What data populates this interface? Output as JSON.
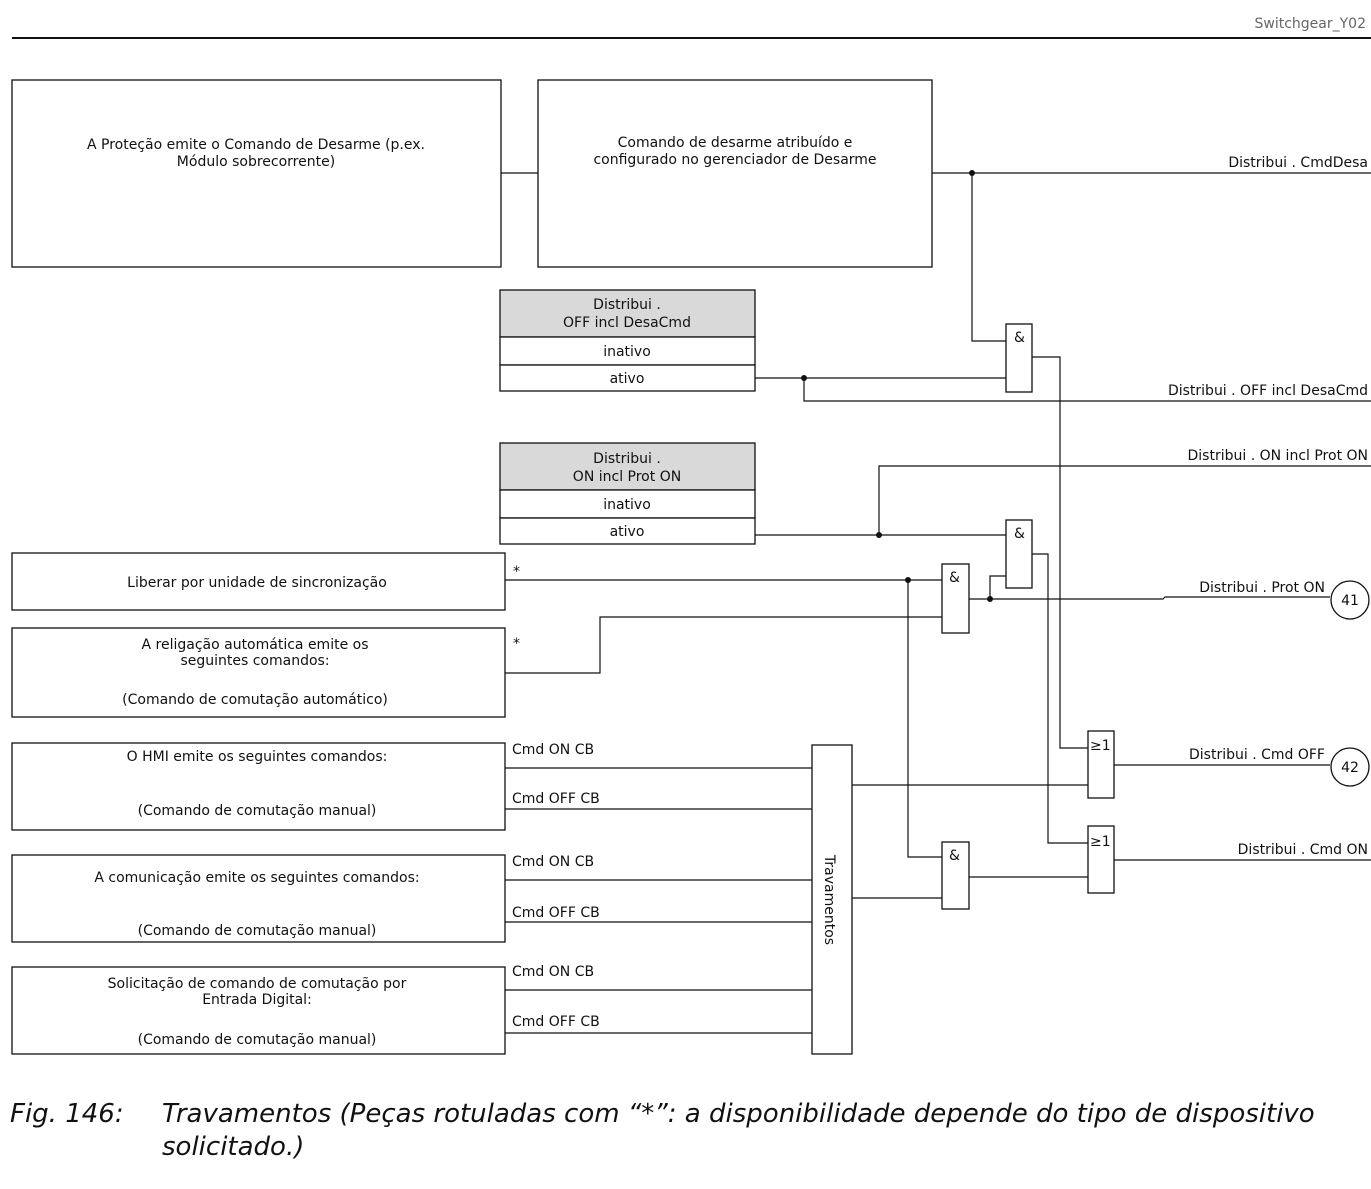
{
  "header_tag": "Switchgear_Y02",
  "blocks": {
    "protection": {
      "line1": "A Proteção emite o Comando de Desarme (p.ex.",
      "line2": "Módulo sobrecorrente)"
    },
    "trip_manager": {
      "line1": "Comando de desarme atribuído e",
      "line2": "configurado no gerenciador de Desarme"
    },
    "sync_release": {
      "text": "Liberar por unidade de sincronização",
      "mark": "*"
    },
    "autoreclose": {
      "line1": "A religação automática emite os",
      "line2": "seguintes comandos:",
      "line3": "(Comando de comutação automático)",
      "mark": "*"
    },
    "hmi": {
      "line1": "O HMI emite os seguintes comandos:",
      "line2": "(Comando de comutação manual)"
    },
    "communication": {
      "line1": "A comunicação emite os seguintes comandos:",
      "line2": "(Comando de comutação manual)"
    },
    "digital_input": {
      "line1": "Solicitação de comando de comutação por",
      "line2": "Entrada Digital:",
      "line3": "(Comando de comutação manual)"
    }
  },
  "settings": {
    "off_incl_trip": {
      "title1": "Distribui .",
      "title2": "OFF incl DesaCmd",
      "opt_inactive": "inativo",
      "opt_active": "ativo"
    },
    "on_incl_prot": {
      "title1": "Distribui .",
      "title2": "ON incl Prot ON",
      "opt_inactive": "inativo",
      "opt_active": "ativo"
    }
  },
  "commands": {
    "cmd_on_cb": "Cmd ON CB",
    "cmd_off_cb": "Cmd OFF CB"
  },
  "interlocks_label": "Travamentos",
  "gates": {
    "and": "&",
    "or": "≥1"
  },
  "outputs": {
    "trip_cmd": "Distribui . CmdDesa",
    "off_incl_trip": "Distribui . OFF incl DesaCmd",
    "on_incl_prot": "Distribui . ON incl Prot ON",
    "prot_on": "Distribui . Prot ON",
    "cmd_off": "Distribui . Cmd OFF",
    "cmd_on": "Distribui . Cmd ON"
  },
  "refs": {
    "prot_on": "41",
    "cmd_off": "42"
  },
  "caption": {
    "number": "Fig. 146:",
    "text": "Travamentos (Peças rotuladas com “*”: a disponibilidade depende do tipo de dispositivo solicitado.)"
  }
}
